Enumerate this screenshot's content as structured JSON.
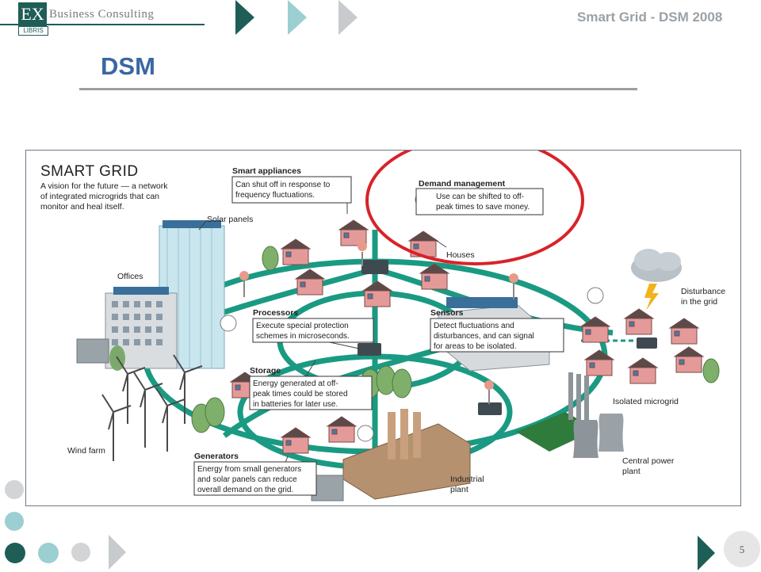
{
  "header": {
    "logo_mark": "EX",
    "logo_sub": "LIBRIS",
    "company": "Business Consulting",
    "deck_title": "Smart Grid - DSM 2008"
  },
  "slide": {
    "title": "DSM",
    "page_number": "5"
  },
  "figure": {
    "heading": "SMART GRID",
    "subheading": [
      "A vision for the future — a network",
      "of integrated microgrids that can",
      "monitor and heal itself."
    ],
    "labels": {
      "solar_panels": "Solar panels",
      "offices": "Offices",
      "houses": "Houses",
      "wind_farm": "Wind farm",
      "industrial_plant": [
        "Industrial",
        "plant"
      ],
      "isolated_microgrid": "Isolated microgrid",
      "central_power_plant": [
        "Central power",
        "plant"
      ],
      "disturbance": [
        "Disturbance",
        "in the grid"
      ]
    },
    "callouts": {
      "smart_appliances": {
        "title": "Smart appliances",
        "text": [
          "Can shut off in response to",
          "frequency fluctuations."
        ]
      },
      "demand_management": {
        "title": "Demand management",
        "text": [
          "Use can be shifted to off-",
          "peak times to save money."
        ]
      },
      "processors": {
        "title": "Processors",
        "text": [
          "Execute special protection",
          "schemes in microseconds."
        ]
      },
      "sensors": {
        "title": "Sensors",
        "text": [
          "Detect fluctuations and",
          "disturbances, and can signal",
          "for areas to be isolated."
        ]
      },
      "storage": {
        "title": "Storage",
        "text": [
          "Energy generated at off-",
          "peak times could be stored",
          "in batteries for later use."
        ]
      },
      "generators": {
        "title": "Generators",
        "text": [
          "Energy from small generators",
          "and solar panels can reduce",
          "overall demand on the grid."
        ]
      }
    }
  },
  "colors": {
    "brand_dark": "#1f5e57",
    "brand_light": "#9ccfd1",
    "title_blue": "#3a67a3",
    "grid_green": "#1a9a82",
    "highlight_red": "#d8232a"
  }
}
